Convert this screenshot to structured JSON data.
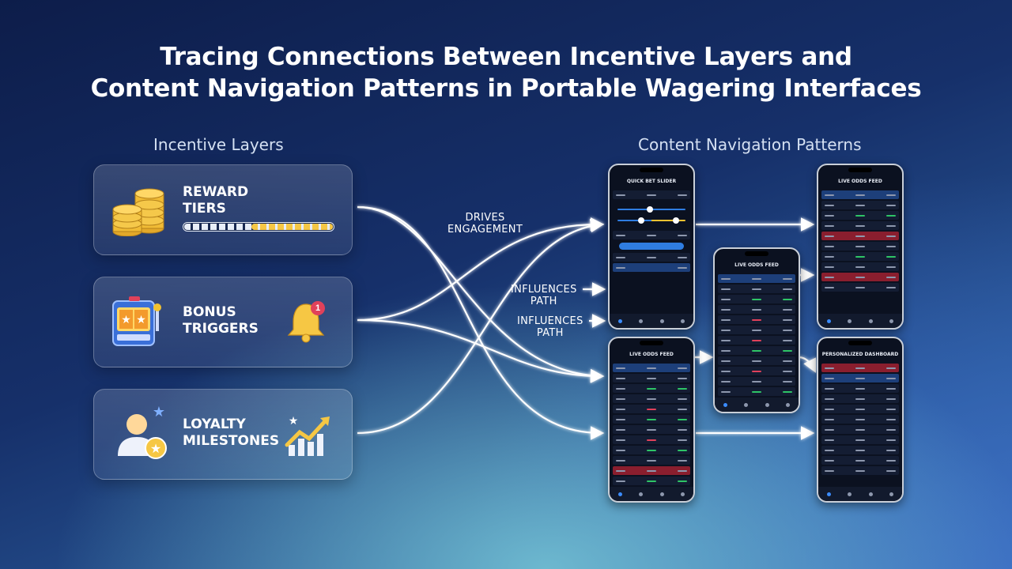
{
  "title": {
    "line1": "Tracing Connections Between Incentive Layers and",
    "line2": "Content Navigation Patterns in Portable Wagering Interfaces"
  },
  "columns": {
    "left": "Incentive Layers",
    "right": "Content Navigation Patterns"
  },
  "incentive_layers": [
    {
      "line1": "REWARD",
      "line2": "TIERS",
      "icon": "coin-stack-icon",
      "progress": 0.55
    },
    {
      "line1": "BONUS",
      "line2": "TRIGGERS",
      "icon": "slot-machine-icon",
      "badge_icon": "bell-icon",
      "badge_count": "1"
    },
    {
      "line1": "LOYALTY",
      "line2": "MILESTONES",
      "icon": "user-star-icon",
      "badge_icon": "growth-chart-icon"
    }
  ],
  "flow_labels": [
    {
      "line1": "DRIVES",
      "line2": "ENGAGEMENT"
    },
    {
      "line1": "INFLUENCES",
      "line2": "PATH"
    },
    {
      "line1": "INFLUENCES",
      "line2": "PATH"
    }
  ],
  "phones": {
    "bet_slip": {
      "header": "QUICK BET SLIDER"
    },
    "live_feed_1": {
      "header": "LIVE ODDS FEED"
    },
    "live_feed_2": {
      "header": "LIVE ODDS FEED"
    },
    "live_feed_3": {
      "header": "LIVE ODDS FEED"
    },
    "personalized": {
      "header": "PERSONALIZED DASHBOARD"
    }
  },
  "colors": {
    "accent": "#2f7de1",
    "gold": "#f6c744",
    "alert": "#e0415a",
    "positive": "#2ec466"
  }
}
